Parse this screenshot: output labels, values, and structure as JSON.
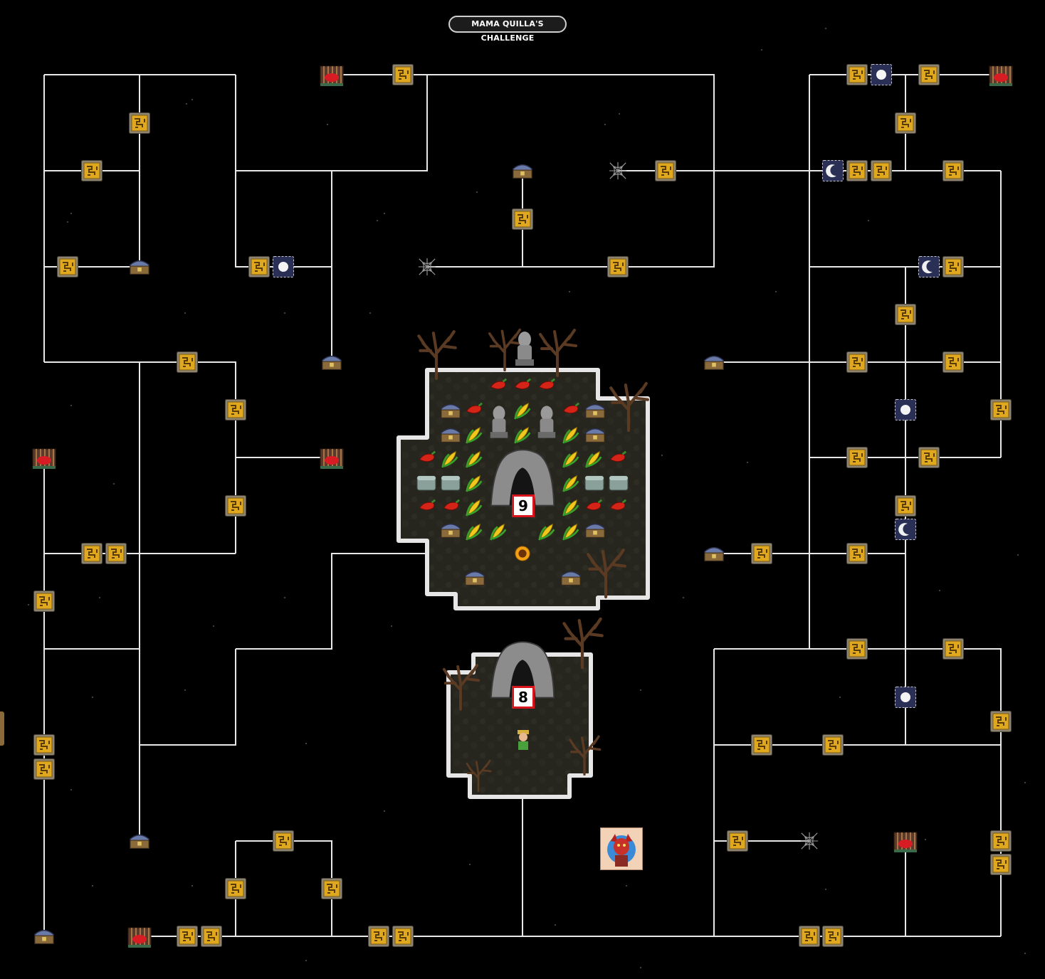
{
  "title": "MAMA QUILLA'S CHALLENGE",
  "levels": [
    {
      "label": "9"
    },
    {
      "label": "8"
    }
  ],
  "colors": {
    "background": "#000000",
    "path": "#e8e8e8",
    "tile_gold": "#e0a81e",
    "tile_stone": "#8c8470",
    "badge_border": "#d8141c",
    "moon_tile": "#2a2f55",
    "chest": "#6a7aa8"
  },
  "icons": {
    "rune_tile": "gold-rune-tile-icon",
    "chest": "treasure-chest-icon",
    "cage": "red-creature-cage-icon",
    "moon": "crescent-moon-tile-icon",
    "orb": "full-moon-orb-tile-icon",
    "web": "cobweb-icon",
    "pepper": "chili-pepper-icon",
    "corn": "corn-icon",
    "player": "explorer-player-icon",
    "sun_gem": "sun-gem-icon",
    "cave": "cave-entrance-icon",
    "statue": "stone-idol-statue-icon",
    "tree": "dead-tree-icon",
    "avatar": "red-demon-avatar-icon"
  }
}
